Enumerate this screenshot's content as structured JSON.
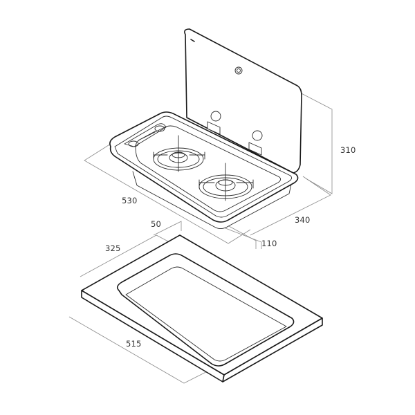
{
  "diagram": {
    "subject": "Two-burner gas hob with hinged glass lid and worktop cut-out template",
    "line_color": "#1a1a1a",
    "dimension_line_color": "#8a8a8a",
    "background": "#ffffff"
  },
  "hob": {
    "burners": 2,
    "control_knobs": 2,
    "lid_hinges": 2
  },
  "dimensions": {
    "hob_length": "530",
    "hob_depth": "340",
    "lid_height": "310",
    "hob_height": "110",
    "cutout_offset": "50",
    "cutout_depth": "325",
    "cutout_length": "515"
  }
}
